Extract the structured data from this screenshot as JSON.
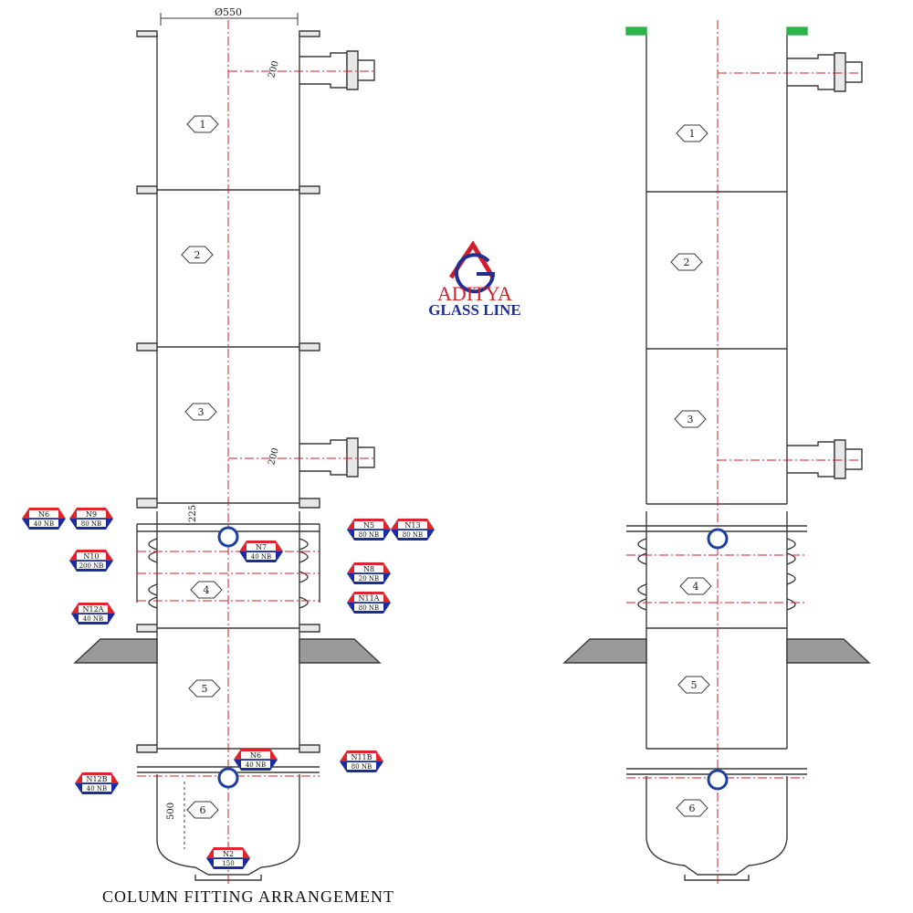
{
  "drawing": {
    "caption": "COLUMN FITTING ARRANGEMENT",
    "diameter_label": "Ø550",
    "left_nozzle_dims": [
      "200",
      "200"
    ],
    "dim_225": "225",
    "dim_500": "500",
    "shell_labels": [
      "1",
      "2",
      "3",
      "4",
      "5",
      "6"
    ]
  },
  "logo": {
    "name": "ADITYA",
    "subname": "GLASS LINE",
    "monogram": "AG",
    "colors": {
      "red": "#d01f2a",
      "blue": "#1f2f8f"
    }
  },
  "nozzle_tags": [
    {
      "id": "N6",
      "size": "40 NB"
    },
    {
      "id": "N9",
      "size": "80 NB"
    },
    {
      "id": "N10",
      "size": "200 NB"
    },
    {
      "id": "N12A",
      "size": "40 NB"
    },
    {
      "id": "N7",
      "size": "40 NB"
    },
    {
      "id": "N5",
      "size": "80 NB"
    },
    {
      "id": "N13",
      "size": "80 NB"
    },
    {
      "id": "N8",
      "size": "20 NB"
    },
    {
      "id": "N11A",
      "size": "80 NB"
    },
    {
      "id": "N6",
      "size": "40 NB"
    },
    {
      "id": "N11B",
      "size": "80 NB"
    },
    {
      "id": "N12B",
      "size": "40 NB"
    },
    {
      "id": "N2",
      "size": "150"
    }
  ],
  "colors": {
    "line": "#3a3a3a",
    "centerline": "#d01f2a",
    "flange_fill": "#e8e8e8",
    "gasket": "#7a3f8f",
    "green": "#2db34a",
    "tag_red": "#e0242b",
    "tag_blue": "#1c2c9c",
    "port_blue": "#1f3f9f"
  }
}
